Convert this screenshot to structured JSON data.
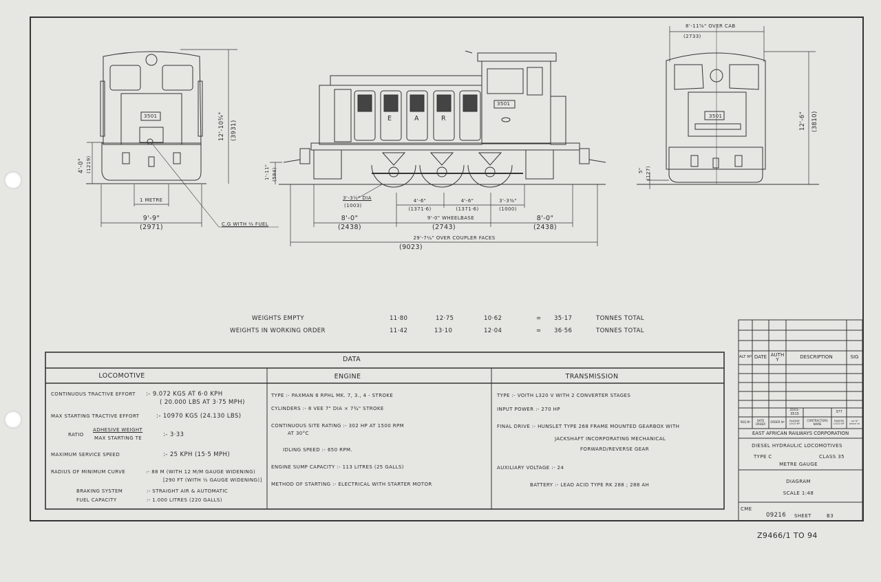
{
  "front_view": {
    "number_plate": "3501",
    "height_ft": "12'-10¾\"",
    "height_mm": "(3931)",
    "buffer_ft": "4'-0\"",
    "buffer_mm": "(1219)",
    "gauge": "1 METRE",
    "width_ft": "9'-9\"",
    "width_mm": "(2971)",
    "cg_note": "C.G WITH ⅔ FUEL"
  },
  "side_view": {
    "number_plate": "3501",
    "lettering": [
      "E",
      "A",
      "R"
    ],
    "coupler_ft": "1'-11\"",
    "coupler_mm": "(584)",
    "wheel_dia_ft": "3'-3½\" DIA",
    "wheel_dia_mm": "(1003)",
    "axle1_ft": "4'-6\"",
    "axle1_mm": "(1371·6)",
    "axle2_ft": "4'-6\"",
    "axle2_mm": "(1371·6)",
    "jack_ft": "3'-3⅜\"",
    "jack_mm": "(1000)",
    "overhang1_ft": "8'-0\"",
    "overhang1_mm": "(2438)",
    "wheelbase_ft": "9'-0\" WHEELBASE",
    "wheelbase_mm": "(2743)",
    "overhang2_ft": "8'-0\"",
    "overhang2_mm": "(2438)",
    "length_ft": "29'-7¼\" OVER COUPLER FACES",
    "length_mm": "(9023)"
  },
  "rear_view": {
    "number_plate": "3501",
    "width_ft": "8'-11⅝\" OVER CAB",
    "width_mm": "(2733)",
    "height_ft": "12'-6\"",
    "height_mm": "(3810)",
    "rail_ft": "5\"",
    "rail_mm": "(127)"
  },
  "weights": [
    {
      "label": "WEIGHTS EMPTY",
      "values": [
        "11·80",
        "12·75",
        "10·62"
      ],
      "eq": "=",
      "total": "35·17",
      "unit": "TONNES TOTAL"
    },
    {
      "label": "WEIGHTS IN WORKING ORDER",
      "values": [
        "11·42",
        "13·10",
        "12·04"
      ],
      "eq": "=",
      "total": "36·56",
      "unit": "TONNES TOTAL"
    }
  ],
  "data_table": {
    "title": "DATA",
    "locomotive": {
      "heading": "LOCOMOTIVE",
      "cte_label": "CONTINUOUS TRACTIVE EFFORT",
      "cte_value": ":- 9.072 KGS AT 6·0 KPH",
      "cte_value2": "( 20.000 LBS AT 3·75 MPH)",
      "mste_label": "MAX STARTING TRACTIVE EFFORT",
      "mste_value": ":- 10970 KGS (24.130 LBS)",
      "ratio_label": "RATIO",
      "ratio_num": "ADHESIVE WEIGHT",
      "ratio_den": "MAX STARTING TE",
      "ratio_value": ":- 3·33",
      "speed_label": "MAXIMUM  SERVICE SPEED",
      "speed_value": ":- 25 KPH (15·5 MPH)",
      "curve_label": "RADIUS OF MINIMUM CURVE",
      "curve_value": ":- 88 M (WITH 12 M/M GAUGE WIDENING)",
      "curve_value2": "[290 FT (WITH ½ GAUGE WIDENING)]",
      "brake_label": "BRAKING SYSTEM",
      "brake_value": ":- STRAIGHT AIR & AUTOMATIC",
      "fuel_label": "FUEL CAPACITY",
      "fuel_value": ":- 1.000 LITRES (220 GALLS)"
    },
    "engine": {
      "heading": "ENGINE",
      "type": "TYPE :- PAXMAN 8 RPHL  MK. 7, 3.,  4 - STROKE",
      "cylinders": "CYLINDERS :- 8 VEE  7\" DIA × 7¾\" STROKE",
      "rating": "CONTINUOUS SITE RATING :- 302 HP AT 1500 RPM",
      "rating2": "AT 30°C",
      "idling": "IDLING SPEED :- 650 RPM.",
      "sump": "ENGINE SUMP CAPACITY :- 113 LITRES (25 GALLS)",
      "starting": "METHOD OF STARTING :- ELECTRICAL WITH STARTER MOTOR"
    },
    "transmission": {
      "heading": "TRANSMISSION",
      "type": "TYPE :- VOITH L320 V  WITH 2 CONVERTER STAGES",
      "input": "INPUT POWER :- 270 HP",
      "final": "FINAL DRIVE :- HUNSLET TYPE 268 FRAME MOUNTED GEARBOX WITH",
      "final2": "JACKSHAFT INCORPORATING MECHANICAL",
      "final3": "FORWARD/REVERSE GEAR",
      "aux": "AUXILIARY VOLTAGE :- 24",
      "battery": "BATTERY :- LEAD ACID TYPE RK 288 ; 288 AH"
    }
  },
  "title_block": {
    "rev_headers": [
      "ALT Nº",
      "DATE",
      "AUTHY",
      "DESCRIPTION",
      "SIG"
    ],
    "order_headers": [
      "REQ Nº",
      "DATE ORDER",
      "ORDER Nº",
      "RAILWAY LOCO Nº",
      "CONTRACTORS NAME",
      "MAKERS LOCO Nº",
      "ALT Nº WHICH TO"
    ],
    "order_values": [
      "3501-3515",
      "377"
    ],
    "organisation": "EAST AFRICAN RAILWAYS CORPORATION",
    "subject": "DIESEL HYDRAULIC LOCOMOTIVES",
    "type": "TYPE C",
    "class": "CLASS 35",
    "gauge": "METRE GAUGE",
    "drawing_type": "DIAGRAM",
    "scale": "SCALE 1:48",
    "cme_label": "CME",
    "drawing_no": "09216",
    "sheet_label": "SHEET",
    "sheet_no": "B3"
  },
  "reference": "Z9466/1 TO 94"
}
